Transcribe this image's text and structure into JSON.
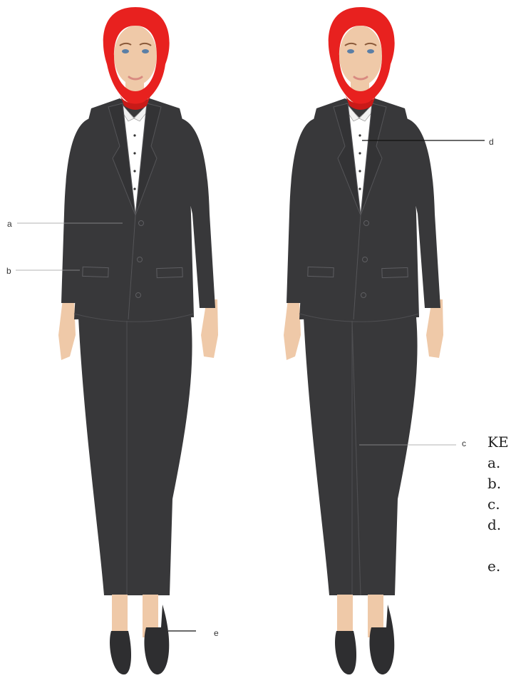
{
  "figure": {
    "callouts": {
      "a": "a",
      "b": "b",
      "c": "c",
      "d": "d",
      "e": "e"
    },
    "legend": {
      "title": "KE",
      "items": [
        "a.",
        "b.",
        "c.",
        "d.",
        "e."
      ]
    },
    "colors": {
      "hijab": "#e8211f",
      "suit": "#38383a",
      "suit_seam": "#4e4e51",
      "shirt": "#ffffff",
      "skin": "#efc9a8",
      "shoe": "#2e2e30"
    }
  }
}
